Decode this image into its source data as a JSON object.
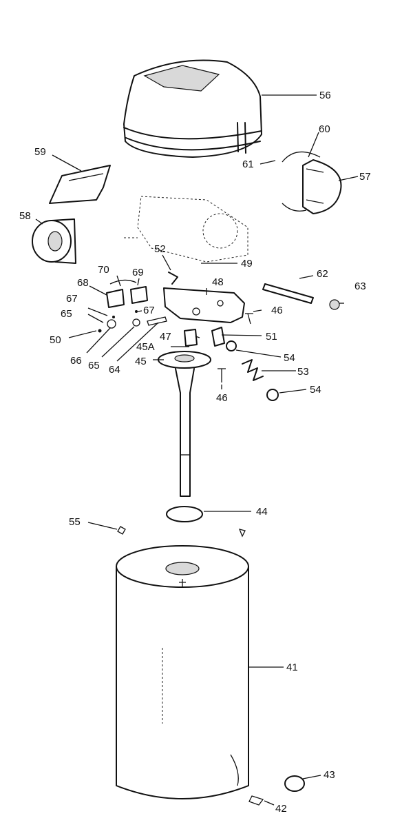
{
  "part_labels": {
    "p56": "56",
    "p60": "60",
    "p61": "61",
    "p57": "57",
    "p59": "59",
    "p58": "58",
    "p52": "52",
    "p49": "49",
    "p70": "70",
    "p69": "69",
    "p68": "68",
    "p48": "48",
    "p62": "62",
    "p63": "63",
    "p67a": "67",
    "p67b": "67",
    "p46a": "46",
    "p65a": "65",
    "p51": "51",
    "p50": "50",
    "p47": "47",
    "p45A": "45A",
    "p54a": "54",
    "p66": "66",
    "p65b": "65",
    "p64": "64",
    "p45": "45",
    "p53": "53",
    "p46b": "46",
    "p54b": "54",
    "p44": "44",
    "p55": "55",
    "p41": "41",
    "p43": "43",
    "p42": "42"
  }
}
